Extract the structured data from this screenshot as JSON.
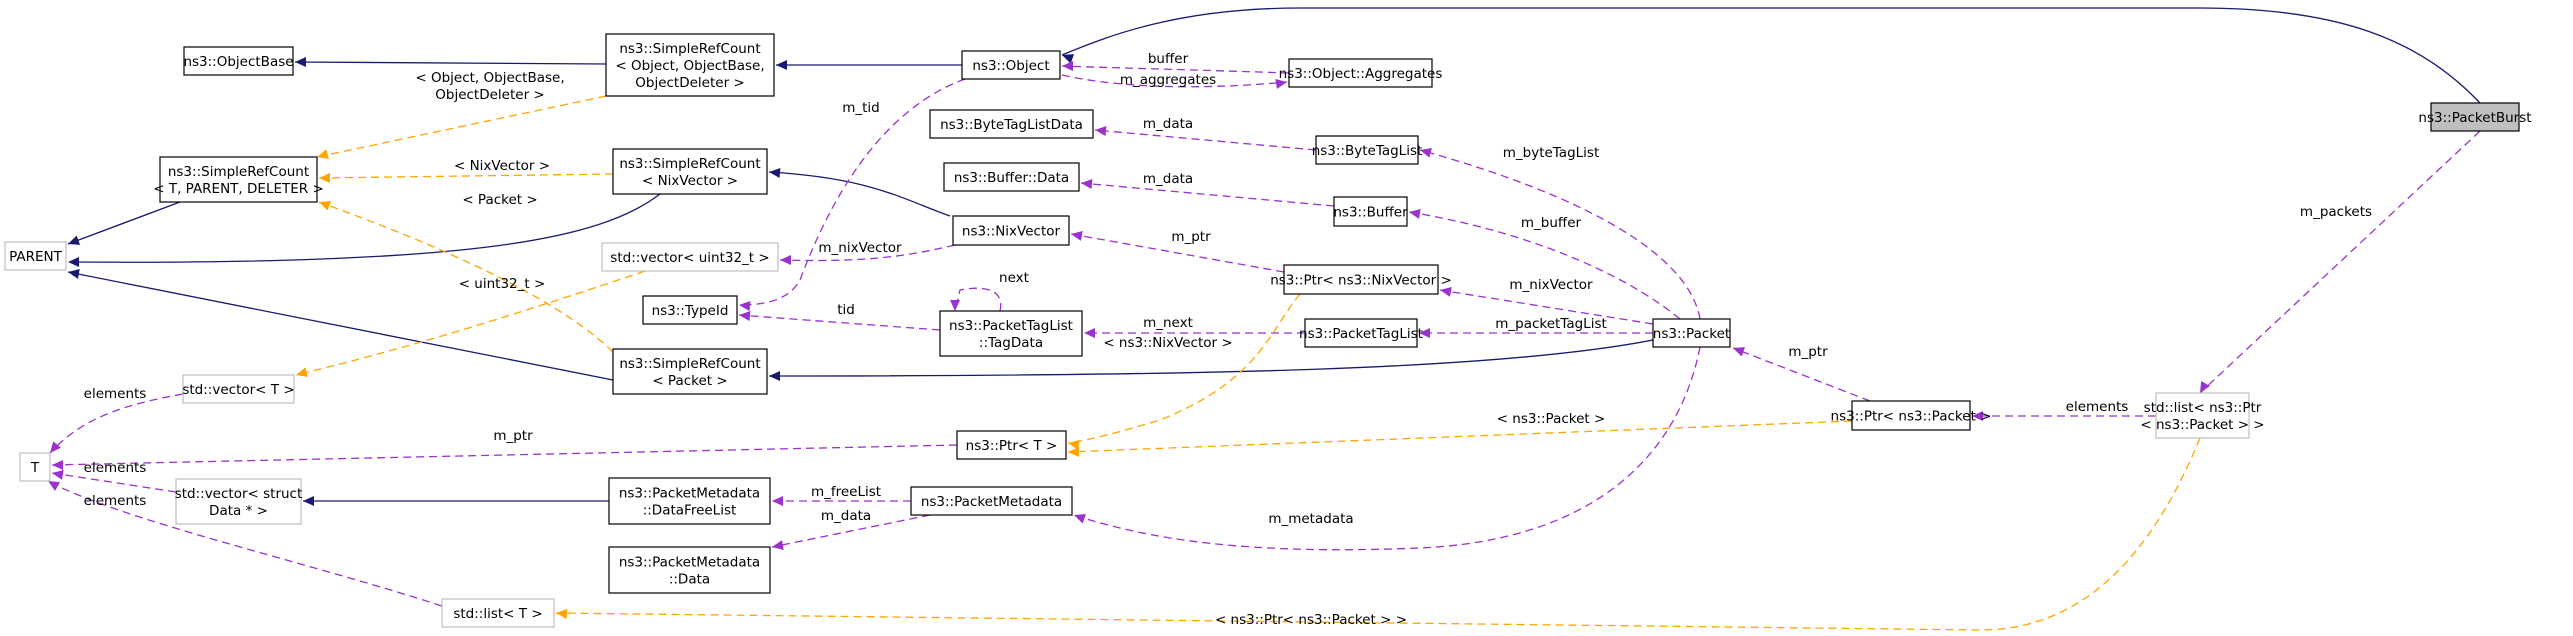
{
  "diagram": {
    "title": "Collaboration diagram for ns3::PacketBurst",
    "colors": {
      "inheritance": "#191970",
      "usage": "#9a32cd",
      "template": "#ffa500",
      "focus_fill": "#bfbfbf",
      "external_border": "#bfbfbf"
    },
    "nodes": {
      "packetburst": [
        "ns3::PacketBurst"
      ],
      "object": [
        "ns3::Object"
      ],
      "objectbase": [
        "ns3::ObjectBase"
      ],
      "src_object": [
        "ns3::SimpleRefCount",
        "< Object, ObjectBase,",
        "ObjectDeleter >"
      ],
      "aggregates": [
        "ns3::Object::Aggregates"
      ],
      "src_tpd": [
        "ns3::SimpleRefCount",
        "< T, PARENT, DELETER >"
      ],
      "src_nix": [
        "ns3::SimpleRefCount",
        "< NixVector >"
      ],
      "parent": [
        "PARENT"
      ],
      "bytetaglistdata": [
        "ns3::ByteTagListData"
      ],
      "bufferdata": [
        "ns3::Buffer::Data"
      ],
      "bytetaglist": [
        "ns3::ByteTagList"
      ],
      "buffer": [
        "ns3::Buffer"
      ],
      "nixvector": [
        "ns3::NixVector"
      ],
      "vec_uint32": [
        "std::vector< uint32_t >"
      ],
      "typeid": [
        "ns3::TypeId"
      ],
      "tagdata": [
        "ns3::PacketTagList",
        "::TagData"
      ],
      "ptr_nix": [
        "ns3::Ptr< ns3::NixVector >"
      ],
      "packettaglist": [
        "ns3::PacketTagList"
      ],
      "packet": [
        "ns3::Packet"
      ],
      "src_packet": [
        "ns3::SimpleRefCount",
        "< Packet >"
      ],
      "vec_t": [
        "std::vector< T >"
      ],
      "t": [
        "T"
      ],
      "ptr_t": [
        "ns3::Ptr< T >"
      ],
      "ptr_packet": [
        "ns3::Ptr< ns3::Packet >"
      ],
      "list_ptr_packet": [
        "std::list< ns3::Ptr",
        "< ns3::Packet > >"
      ],
      "vec_data": [
        "std::vector< struct",
        "Data * >"
      ],
      "datafreelist": [
        "ns3::PacketMetadata",
        "::DataFreeList"
      ],
      "packetmetadata": [
        "ns3::PacketMetadata"
      ],
      "pm_data": [
        "ns3::PacketMetadata",
        "::Data"
      ],
      "list_t": [
        "std::list< T >"
      ]
    },
    "edge_labels": {
      "src_object_tmpl": [
        "< Object, ObjectBase,",
        "ObjectDeleter >"
      ],
      "nixvector_tmpl": "< NixVector >",
      "packet_tmpl": "< Packet >",
      "uint32_tmpl": "< uint32_t >",
      "m_tid": "m_tid",
      "buffer": "buffer",
      "m_aggregates": "m_aggregates",
      "m_data_btl": "m_data",
      "m_data_buf": "m_data",
      "m_bytetaglist": "m_byteTagList",
      "m_buffer": "m_buffer",
      "m_ptr_nix": "m_ptr",
      "m_nixvector_vec": "m_nixVector",
      "m_nixvector_ptr": "m_nixVector",
      "next": "next",
      "tid": "tid",
      "m_next": "m_next",
      "nixvector_ptr_tmpl": "< ns3::NixVector >",
      "m_packettaglist": "m_packetTagList",
      "m_ptr_packet": "m_ptr",
      "m_packets": "m_packets",
      "elements_vec_t": "elements",
      "m_ptr_t": "m_ptr",
      "elements_vec_data": "elements",
      "elements_list_t": "elements",
      "elements_list_ptr": "elements",
      "ns3_packet_tmpl": "< ns3::Packet >",
      "m_freelist": "m_freeList",
      "m_data_pm": "m_data",
      "m_metadata": "m_metadata",
      "list_ptr_tmpl": "< ns3::Ptr< ns3::Packet > >"
    }
  }
}
